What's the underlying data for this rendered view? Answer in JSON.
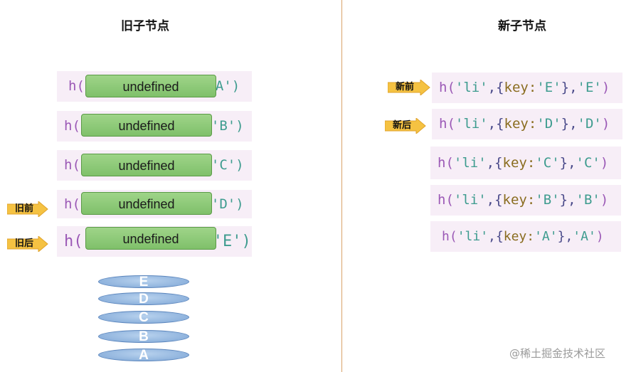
{
  "left": {
    "heading": "旧子节点",
    "rows": [
      {
        "fn": "h(",
        "tail": "A')",
        "overlay": "undefined"
      },
      {
        "fn": "h(",
        "tail": "'B')",
        "overlay": "undefined"
      },
      {
        "fn": "h(",
        "tail": "'C')",
        "overlay": "undefined"
      },
      {
        "fn": "h(",
        "tail": "'D')",
        "overlay": "undefined"
      },
      {
        "fn": "h('",
        "tail": "'E')",
        "overlay": "undefined"
      }
    ],
    "pointers": {
      "old_start": "旧前",
      "old_end": "旧后"
    },
    "stack": [
      "E",
      "D",
      "C",
      "B",
      "A"
    ]
  },
  "right": {
    "heading": "新子节点",
    "rows": [
      {
        "fn": "h(",
        "tag": "'li'",
        "sep1": ",{",
        "key": "key:",
        "keyval": "'E'",
        "sep2": "},",
        "text": "'E'",
        "close": ")"
      },
      {
        "fn": "h(",
        "tag": "'li'",
        "sep1": ",{",
        "key": "key:",
        "keyval": "'D'",
        "sep2": "},",
        "text": "'D'",
        "close": ")"
      },
      {
        "fn": "h(",
        "tag": "'li'",
        "sep1": ",{",
        "key": "key:",
        "keyval": "'C'",
        "sep2": "},",
        "text": "'C'",
        "close": ")"
      },
      {
        "fn": "h(",
        "tag": "'li'",
        "sep1": ",{",
        "key": "key:",
        "keyval": "'B'",
        "sep2": "},",
        "text": "'B'",
        "close": ")"
      },
      {
        "fn": "h(",
        "tag": "'li'",
        "sep1": ",{",
        "key": "key:",
        "keyval": "'A'",
        "sep2": "},",
        "text": "'A'",
        "close": ")"
      }
    ],
    "pointers": {
      "new_start": "新前",
      "new_end": "新后"
    }
  },
  "watermark": "@稀土掘金技术社区",
  "colors": {
    "overlay": "#8ccb76",
    "code_bg": "#f7eef7",
    "arrow": "#f5c242",
    "stack": "#8fb4e0",
    "divider": "#d9a36a"
  }
}
